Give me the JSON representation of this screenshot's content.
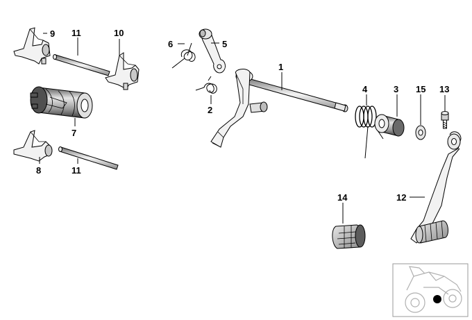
{
  "callouts": {
    "c1": "1",
    "c2": "2",
    "c3": "3",
    "c4": "4",
    "c5": "5",
    "c6": "6",
    "c7": "7",
    "c8": "8",
    "c9": "9",
    "c10": "10",
    "c11a": "11",
    "c11b": "11",
    "c12": "12",
    "c13": "13",
    "c14": "14",
    "c15": "15"
  },
  "colors": {
    "line": "#000000",
    "part_light": "#f2f2f2",
    "part_mid": "#c8c8c8",
    "part_dark": "#6a6a6a",
    "inset_border": "#9a9a9a",
    "inset_bike": "#b0b0b0",
    "marker": "#000000"
  },
  "icons": {
    "inset": "motorcycle-locator-icon",
    "marker": "location-dot-icon"
  }
}
